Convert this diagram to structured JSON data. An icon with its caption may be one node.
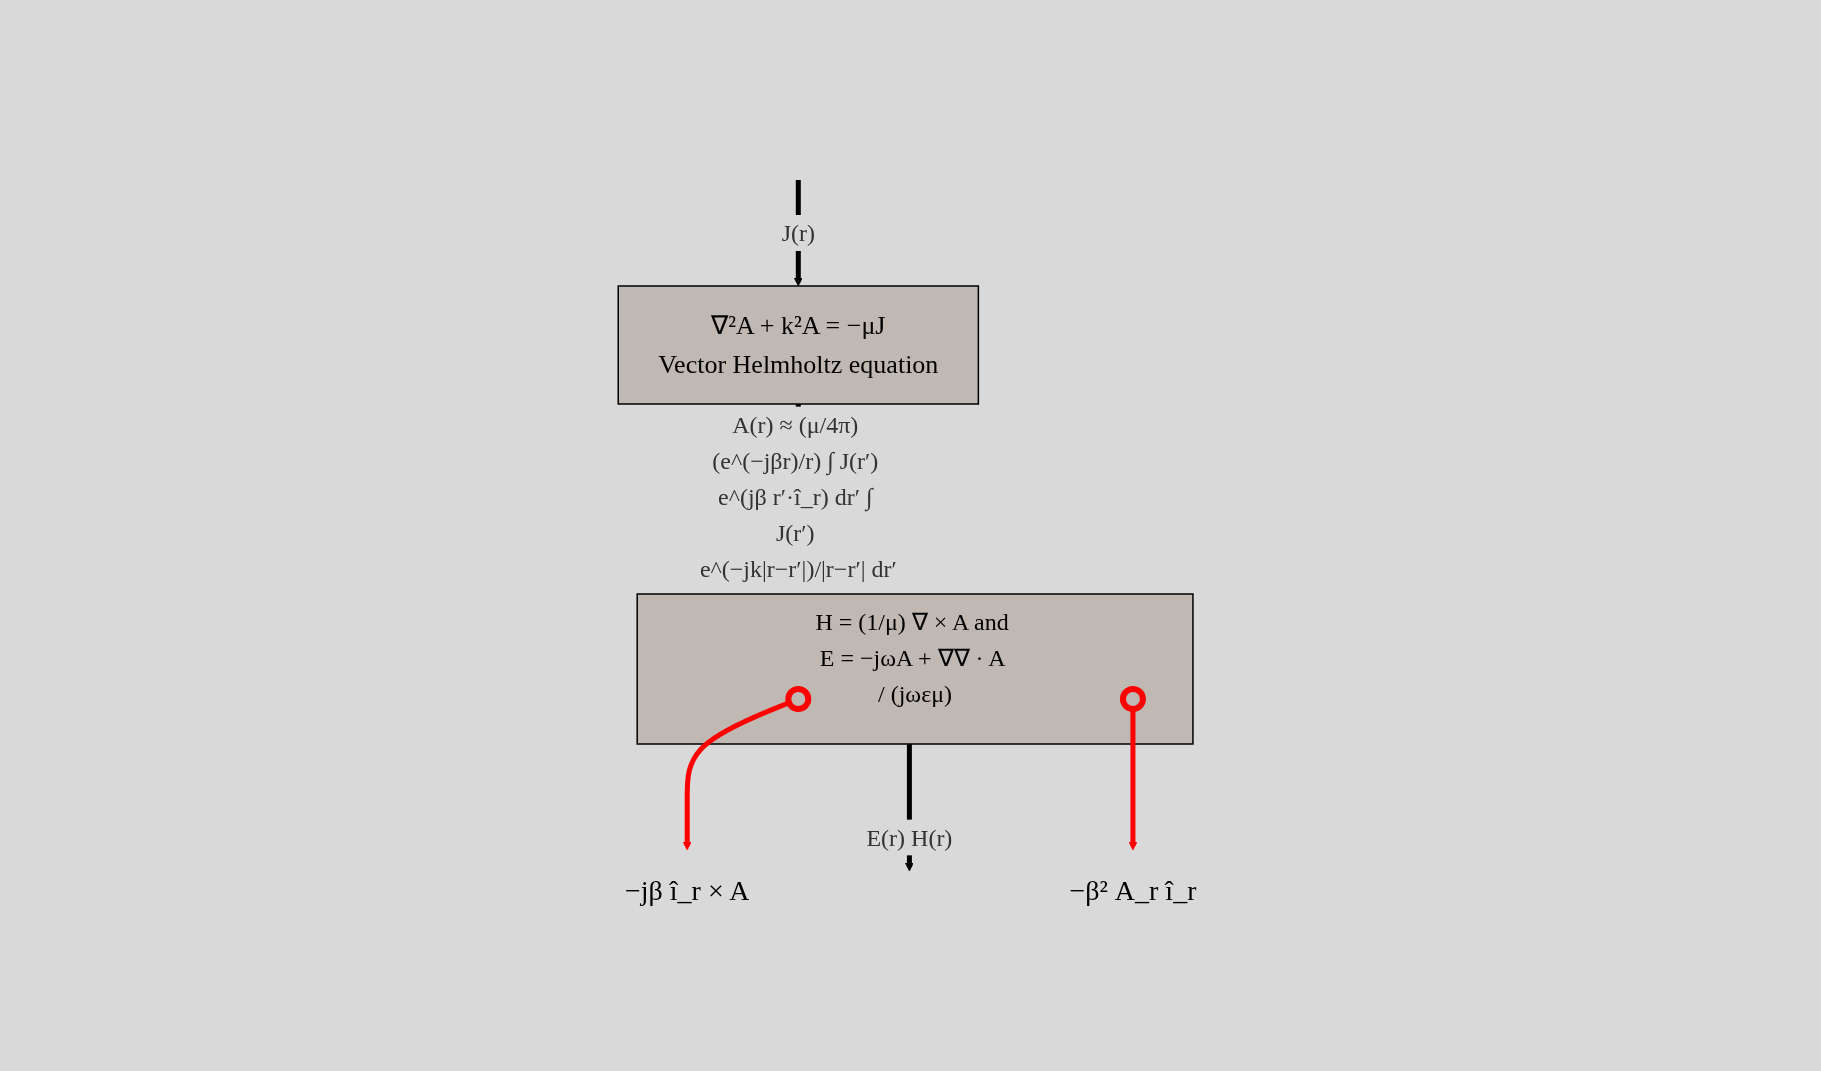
{
  "diagram": {
    "nodes": [
      {
        "text": [
          "∇²A + k²A = −μJ",
          "Vector Helmholtz equation"
        ]
      },
      {
        "text": [
          "H = (1/μ) ∇ × A and E = −jωA + ∇∇ · A / (jωεμ)"
        ]
      },
      {
        "text": [],
        "shape": "circle",
        "in": 1
      },
      {
        "text": [],
        "shape": "circle",
        "in": 1
      },
      {
        "text": [
          "−jβ î_r × A"
        ]
      },
      {
        "text": [
          "−β² A_r î_r"
        ]
      }
    ],
    "edges": [
      {
        "from": null,
        "to": 0,
        "arrow": "to",
        "label": "J(r)"
      },
      {
        "from": 0,
        "to": 1,
        "arrow": "to",
        "label": "A(r) ≈ (μ/4π) (e^(−jβr)/r) ∫ J(r′) e^(jβ r′·î_r) dr′ ∫ J(r′) e^(−jk|r−r′|)/|r−r′| dr′"
      },
      {
        "from": 2,
        "to": 4,
        "arrow": "to",
        "color": "#ff0000"
      },
      {
        "from": 3,
        "to": 5,
        "arrow": "to",
        "color": "#ff0000"
      },
      {
        "from": 1,
        "to": null,
        "arrow": "to",
        "label": "E(r) H(r)"
      }
    ]
  }
}
